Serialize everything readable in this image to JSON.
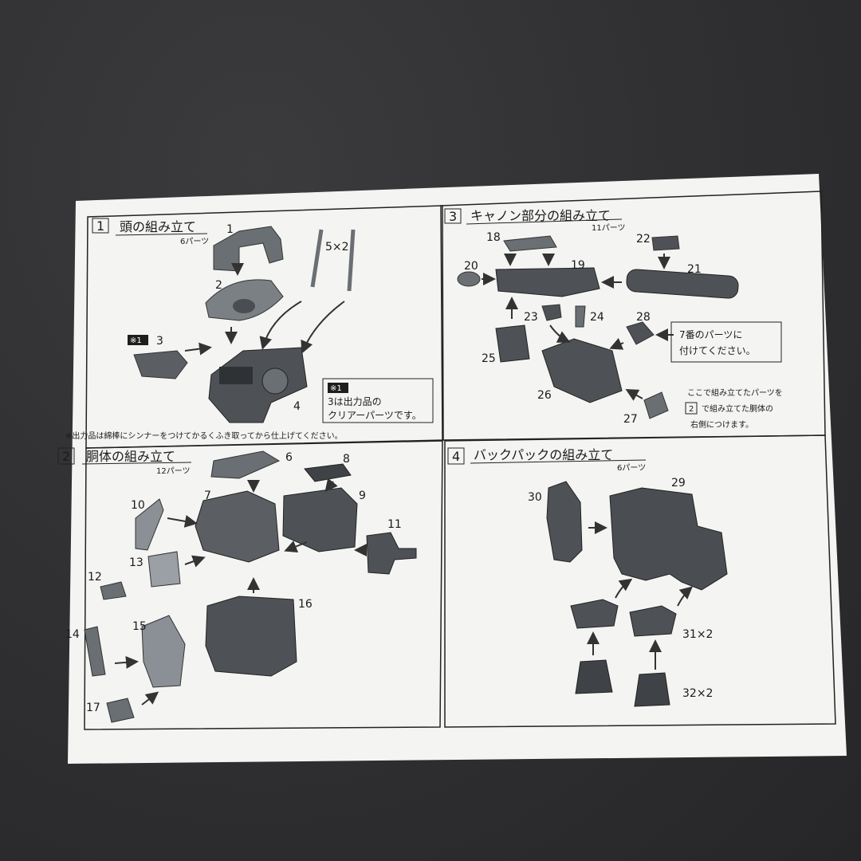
{
  "panels": [
    {
      "no": "1",
      "title": "頭の組み立て",
      "count": "6パーツ"
    },
    {
      "no": "3",
      "title": "キャノン部分の組み立て",
      "count": "11パーツ"
    },
    {
      "no": "2",
      "title": "胴体の組み立て",
      "count": "12パーツ"
    },
    {
      "no": "4",
      "title": "バックパックの組み立て",
      "count": "6パーツ"
    }
  ],
  "p1": {
    "parts": [
      "1",
      "2",
      "3",
      "4",
      "5×2"
    ],
    "clear_badge": "※1",
    "notice_badge": "※1",
    "notice_line1": "3は出力品の",
    "notice_line2": "クリアーパーツです。",
    "footnote": "※出力品は綿棒にシンナーをつけてかるくふき取ってから仕上げてください。"
  },
  "p3": {
    "parts": [
      "18",
      "19",
      "20",
      "21",
      "22",
      "23",
      "24",
      "25",
      "26",
      "27",
      "28"
    ],
    "callout_line1": "7番のパーツに",
    "callout_line2": "付けてください。",
    "note_line1": "ここで組み立てたパーツを",
    "note_box": "2",
    "note_line2": "で組み立てた胴体の",
    "note_line3": "右側につけます。"
  },
  "p2": {
    "parts": [
      "6",
      "7",
      "8",
      "9",
      "10",
      "11",
      "12",
      "13",
      "14",
      "15",
      "16",
      "17"
    ]
  },
  "p4": {
    "parts": [
      "29",
      "30",
      "31×2",
      "32×2"
    ]
  },
  "colors": {
    "paper": "#f4f4f2",
    "ink": "#1c1c1c",
    "part_dark": "#4a4e52",
    "part_mid": "#6a6f74",
    "part_light": "#9aa0a5"
  }
}
